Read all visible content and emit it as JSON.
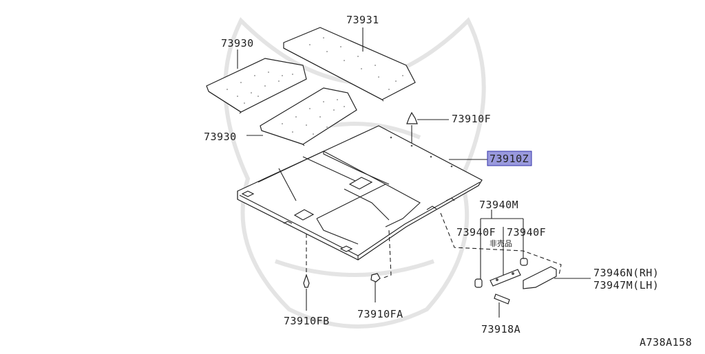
{
  "colors": {
    "line": "#222222",
    "highlight_fill": "#9999dd",
    "highlight_border": "#3333aa",
    "watermark": "#e4e4e4"
  },
  "labels": {
    "p73931": "73931",
    "p73930_top": "73930",
    "p73930_mid": "73930",
    "p73910F": "73910F",
    "p73910Z": "73910Z",
    "p73940M": "73940M",
    "p73940F_left": "73940F",
    "p73940F_right": "73940F",
    "not_for_sale": "非売品",
    "p73946N": "73946N(RH)",
    "p73947M": "73947M(LH)",
    "p73910FB": "73910FB",
    "p73910FA": "73910FA",
    "p73918A": "73918A"
  },
  "diagram_code": "A738A158"
}
